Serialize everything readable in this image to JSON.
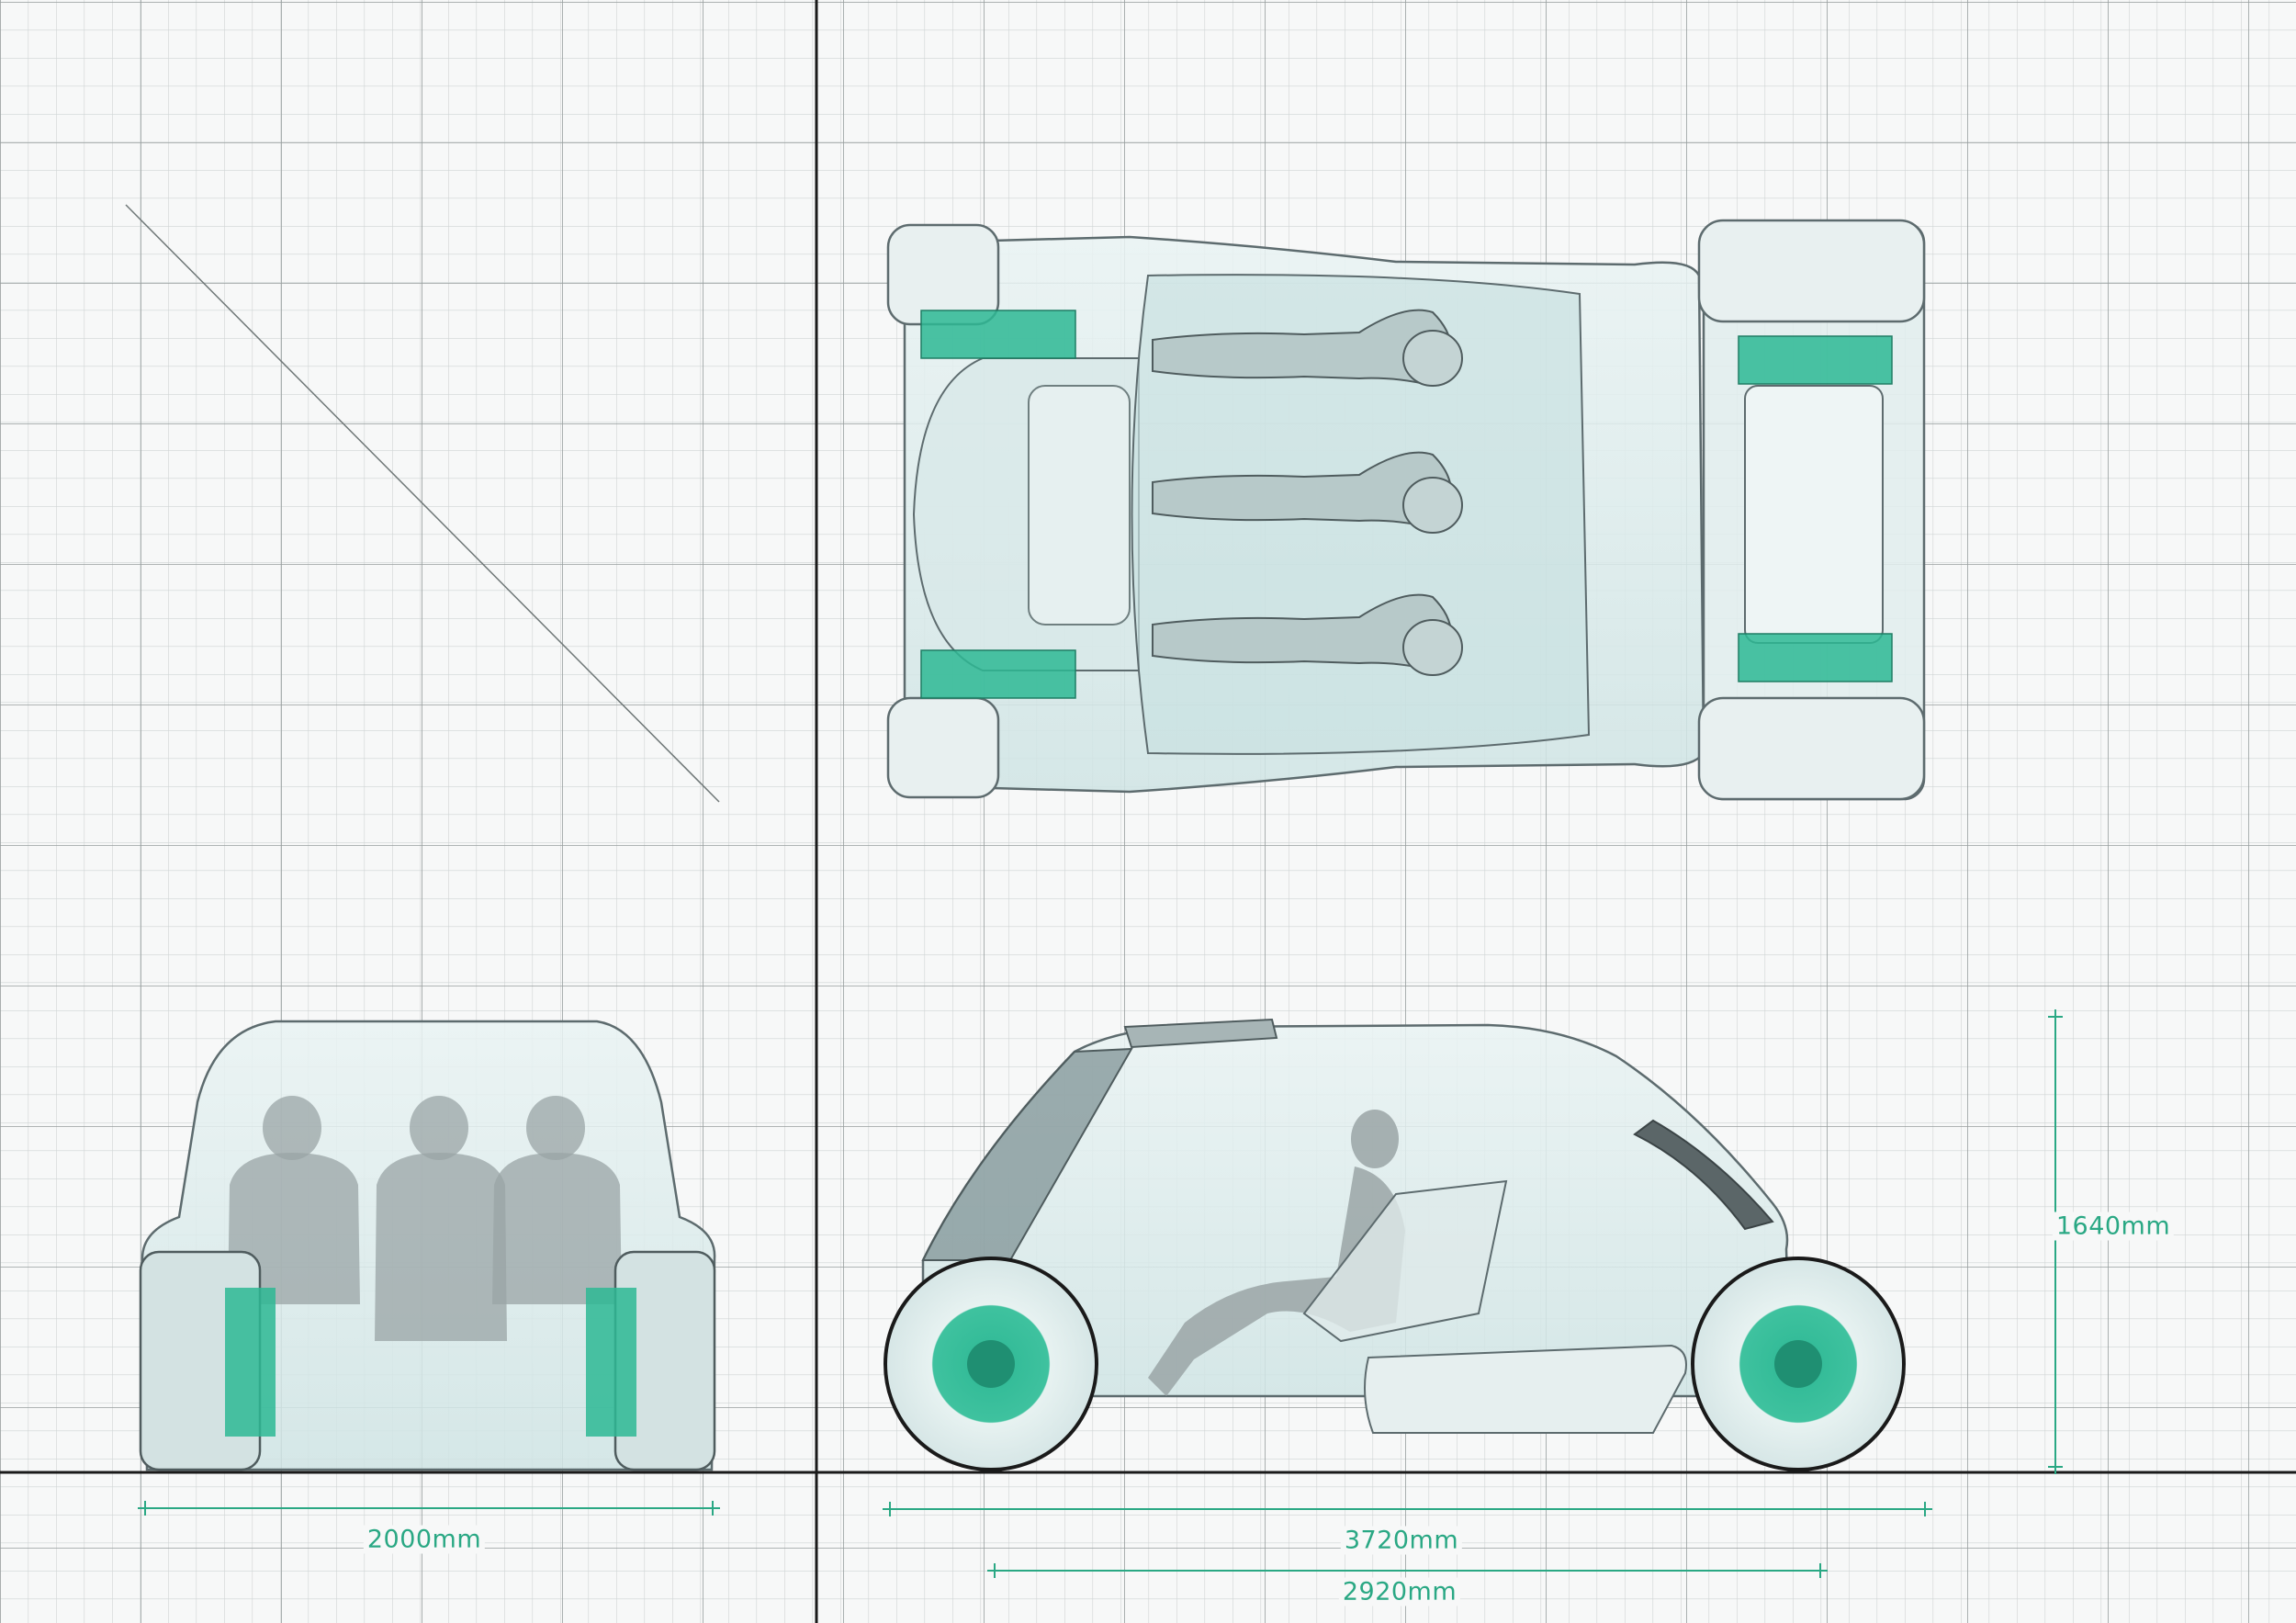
{
  "colors": {
    "background": "#f7f8f8",
    "grid_minor": "#c8cdcd",
    "grid_major": "#8f9696",
    "axis": "#1a1a1a",
    "dimension": "#2aa884",
    "wheel_accent": "#2db894",
    "body_fill": "#dcecec",
    "body_stroke": "#5d6b6e",
    "figure": "#9aa4a6"
  },
  "dimensions": {
    "front_width": "2000mm",
    "overall_length": "3720mm",
    "wheelbase": "2920mm",
    "height": "1640mm"
  },
  "views": [
    "front-view",
    "top-view",
    "side-view"
  ]
}
